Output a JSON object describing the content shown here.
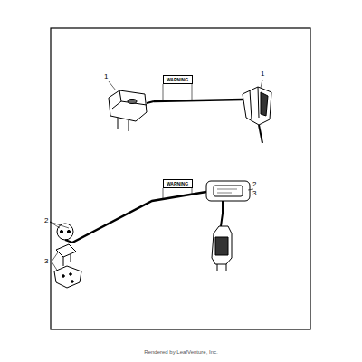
{
  "diagram": {
    "nodes": [
      {
        "text": [
          "WARNING"
        ]
      },
      {
        "text": [
          "WARNING"
        ]
      }
    ],
    "labels": [
      "1",
      "1",
      "2",
      "3",
      "2",
      "3",
      "Rendered by LeafVenture, Inc."
    ]
  }
}
